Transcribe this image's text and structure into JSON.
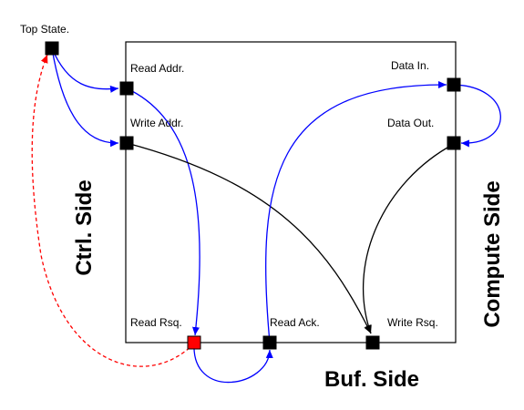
{
  "diagram": {
    "ports": {
      "top_state": {
        "label": "Top State.",
        "color": "#000000"
      },
      "read_addr": {
        "label": "Read Addr.",
        "color": "#000000"
      },
      "write_addr": {
        "label": "Write Addr.",
        "color": "#000000"
      },
      "data_in": {
        "label": "Data In.",
        "color": "#000000"
      },
      "data_out": {
        "label": "Data Out.",
        "color": "#000000"
      },
      "read_rsq": {
        "label": "Read Rsq.",
        "color": "#ff0000"
      },
      "read_ack": {
        "label": "Read Ack.",
        "color": "#000000"
      },
      "write_rsq": {
        "label": "Write Rsq.",
        "color": "#000000"
      }
    },
    "sides": {
      "ctrl": "Ctrl. Side",
      "compute": "Compute Side",
      "buf": "Buf. Side"
    },
    "edge_colors": {
      "blue": "#0000ff",
      "black": "#000000",
      "red_dashed": "#ff0000"
    }
  }
}
